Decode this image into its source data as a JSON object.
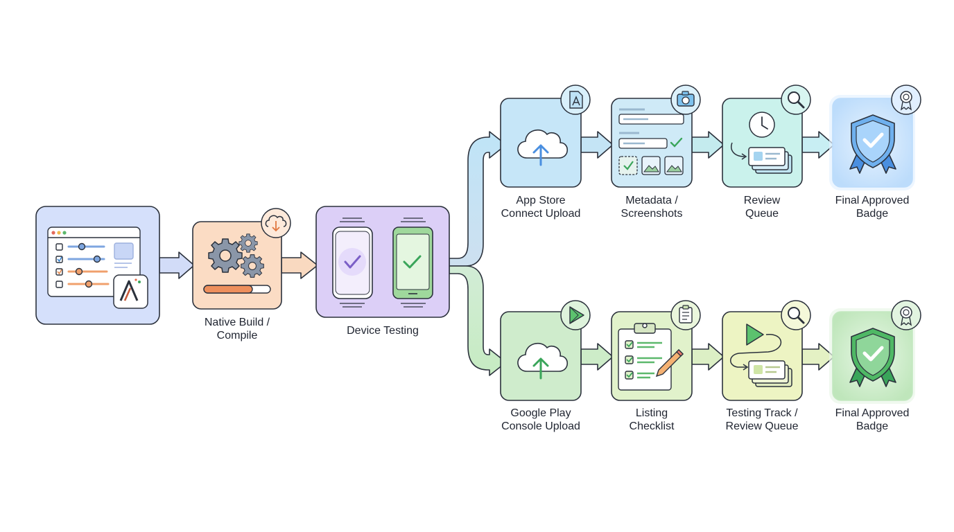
{
  "stages": [
    {
      "id": "editor",
      "lines": [],
      "icon": "settings-editor-icon"
    },
    {
      "id": "build",
      "lines": [
        "Native Build /",
        "Compile"
      ],
      "icon": "gears-icon",
      "badge_icon": "cloud-download-icon"
    },
    {
      "id": "testing",
      "lines": [
        "Device Testing"
      ],
      "icon": "phones-check-icon"
    }
  ],
  "ios_branch": [
    {
      "id": "ios-upload",
      "lines": [
        "App Store",
        "Connect Upload"
      ],
      "icon": "cloud-upload-icon",
      "badge_icon": "app-store-file-icon"
    },
    {
      "id": "ios-metadata",
      "lines": [
        "Metadata /",
        "Screenshots"
      ],
      "icon": "form-screenshots-icon",
      "badge_icon": "camera-icon"
    },
    {
      "id": "ios-review",
      "lines": [
        "Review",
        "Queue"
      ],
      "icon": "clock-queue-icon",
      "badge_icon": "magnifier-icon"
    },
    {
      "id": "ios-badge",
      "lines": [
        "Final Approved",
        "Badge"
      ],
      "icon": "shield-check-icon",
      "badge_icon": "award-ribbon-icon"
    }
  ],
  "android_branch": [
    {
      "id": "play-upload",
      "lines": [
        "Google Play",
        "Console Upload"
      ],
      "icon": "cloud-upload-icon",
      "badge_icon": "play-store-icon"
    },
    {
      "id": "play-listing",
      "lines": [
        "Listing",
        "Checklist"
      ],
      "icon": "clipboard-checklist-icon",
      "badge_icon": "clipboard-icon"
    },
    {
      "id": "play-review",
      "lines": [
        "Testing Track /",
        "Review Queue"
      ],
      "icon": "play-track-icon",
      "badge_icon": "magnifier-icon"
    },
    {
      "id": "play-badge",
      "lines": [
        "Final Approved",
        "Badge"
      ],
      "icon": "shield-check-icon",
      "badge_icon": "award-ribbon-icon"
    }
  ],
  "colors": {
    "stroke": "#2b313c",
    "editor": "#d5e0fb",
    "build": "#fbdcc4",
    "testing": "#dccff7",
    "ios": "#c6e6f8",
    "ios_review": "#caf2ec",
    "ios_badge": "#cfe6fd",
    "android": "#cfeccc",
    "android_listing": "#e1f2cb",
    "android_review": "#edf4c3",
    "android_badge": "#d2f0d0",
    "check_green": "#3aa55a",
    "check_purple": "#7b5fc7",
    "blue_accent": "#4a8fe0"
  }
}
